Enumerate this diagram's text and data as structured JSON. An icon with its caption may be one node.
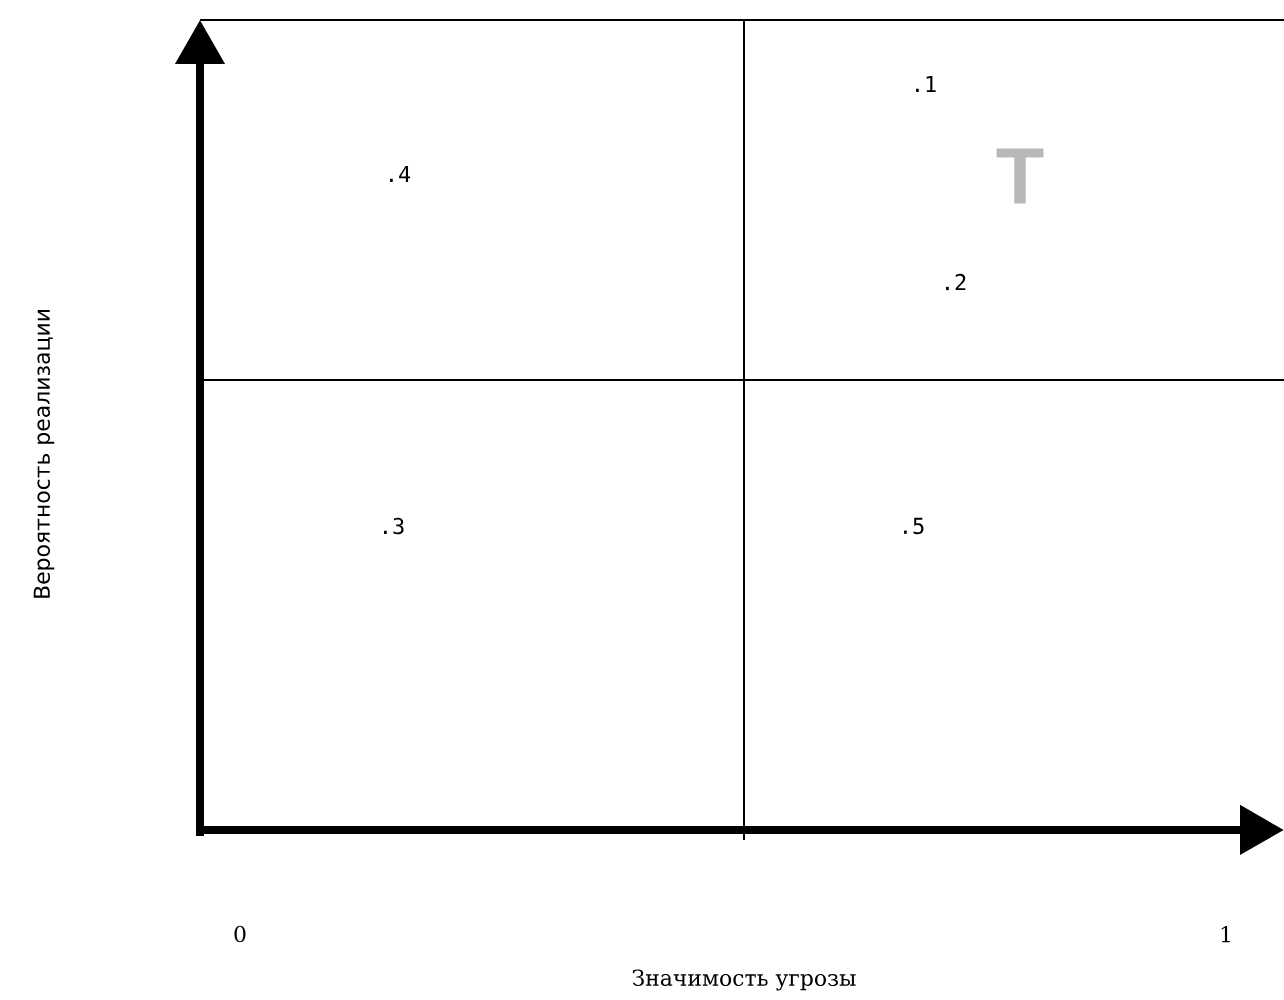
{
  "diagram": {
    "labels": [
      ".1",
      ".4",
      "T",
      ".2",
      ".3",
      ".5",
      "0",
      "1",
      "Значимость угрозы",
      "Вероятность реализации"
    ]
  }
}
